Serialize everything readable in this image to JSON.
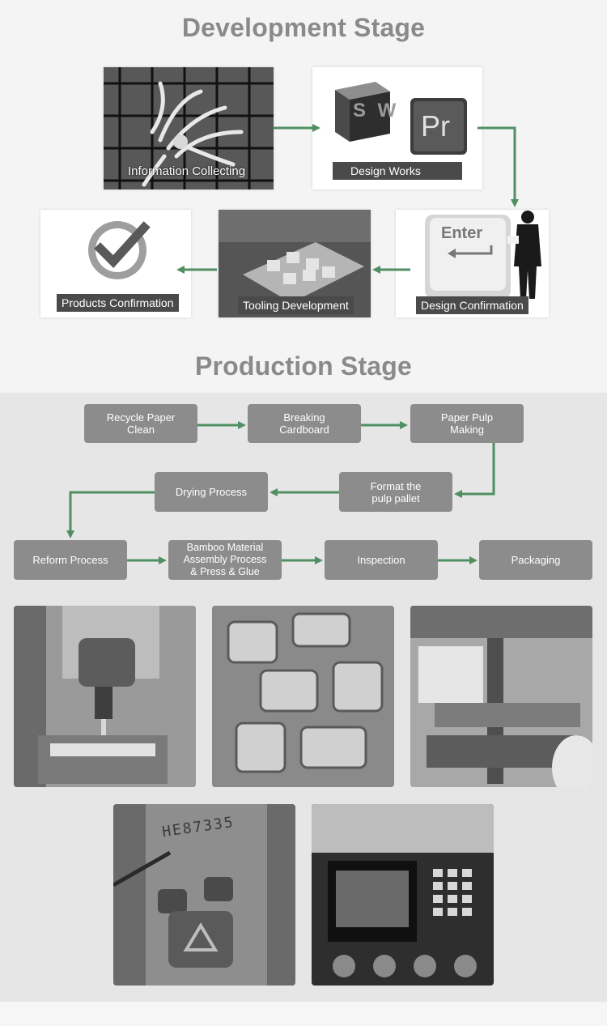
{
  "development": {
    "title": "Development Stage",
    "steps": [
      {
        "label": "Information Collecting"
      },
      {
        "label": "Design Works",
        "icon_text": "Pr",
        "icon_text_2": "S W"
      },
      {
        "label": "Design Confirmation",
        "key_text": "Enter"
      },
      {
        "label": "Tooling Development"
      },
      {
        "label": "Products Confirmation"
      }
    ]
  },
  "production": {
    "title": "Production Stage",
    "steps": [
      {
        "line1": "Recycle Paper",
        "line2": "Clean"
      },
      {
        "line1": "Breaking",
        "line2": "Cardboard"
      },
      {
        "line1": "Paper Pulp",
        "line2": "Making"
      },
      {
        "line1": "Format the",
        "line2": "pulp pallet"
      },
      {
        "line1": "Drying Process",
        "line2": ""
      },
      {
        "line1": "Reform Process",
        "line2": ""
      },
      {
        "line1": "Bamboo Material",
        "line2": "Assembly Process",
        "line3": "& Press & Glue"
      },
      {
        "line1": "Inspection",
        "line2": ""
      },
      {
        "line1": "Packaging",
        "line2": ""
      }
    ]
  },
  "photos": {
    "mold_stamp_text": "HE87335",
    "arrow_color": "#4f8f62",
    "box_color": "#8c8c8c"
  }
}
